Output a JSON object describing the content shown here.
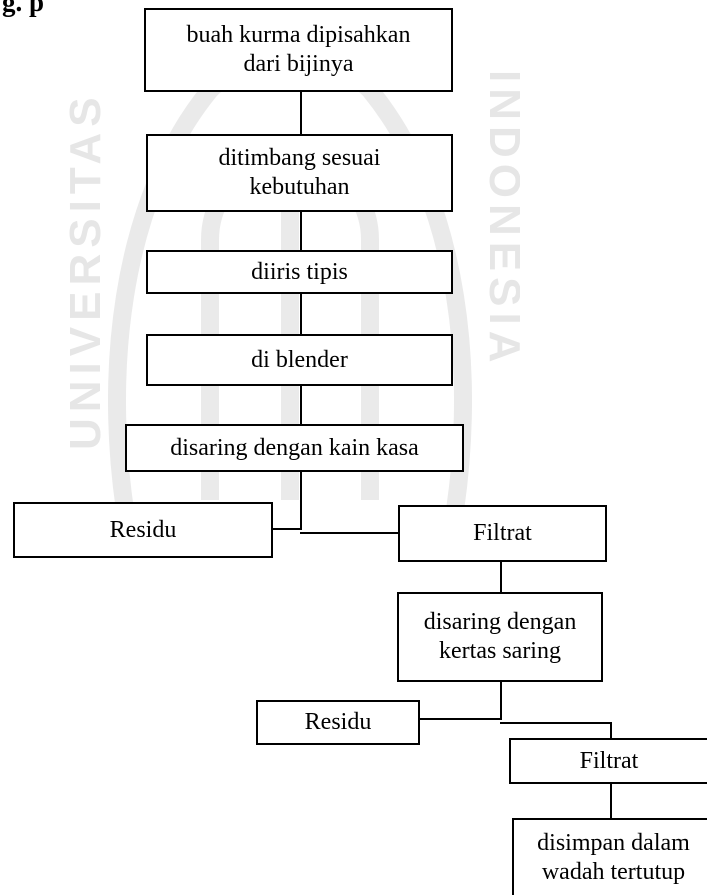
{
  "heading": "g. p",
  "steps": {
    "step1": "buah kurma dipisahkan\ndari bijinya",
    "step2": "ditimbang sesuai\nkebutuhan",
    "step3": "diiris tipis",
    "step4": "di blender",
    "step5": "disaring dengan kain kasa",
    "residu1": "Residu",
    "filtrat1": "Filtrat",
    "step6": "disaring dengan\nkertas saring",
    "residu2": "Residu",
    "filtrat2": "Filtrat",
    "step7": "disimpan dalam\nwadah tertutup"
  },
  "watermark": {
    "top_text": "UNIVERSITAS",
    "side_text": "INDONESIA",
    "color": "#c8c8c8"
  }
}
